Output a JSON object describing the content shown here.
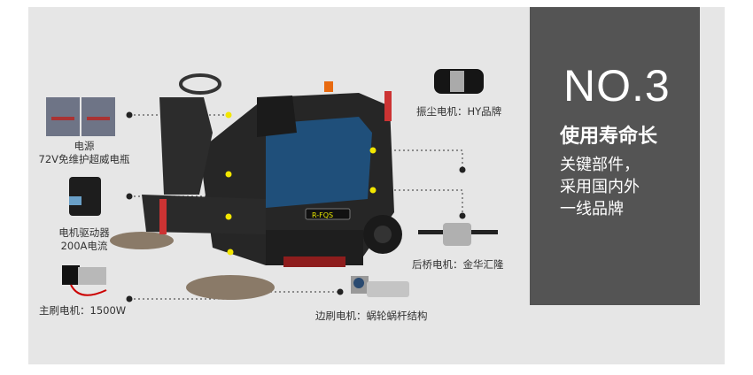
{
  "panel": {
    "number": "NO.3",
    "title": "使用寿命长",
    "lines": [
      "关键部件，",
      "采用国内外",
      "一线品牌"
    ]
  },
  "parts": {
    "battery": {
      "name": "电源",
      "detail": "72V免维护超威电瓶"
    },
    "controller": {
      "name": "电机驱动器",
      "detail": "200A电流"
    },
    "main_brush": {
      "label": "主刷电机：1500W"
    },
    "dust_motor": {
      "label": "振尘电机：HY品牌"
    },
    "rear_axle": {
      "label": "后桥电机：金华汇隆"
    },
    "side_brush": {
      "label": "边刷电机：蜗轮蜗杆结构"
    }
  },
  "machine": {
    "model": "R-FQS",
    "colors": {
      "body": "#2a2a2a",
      "accent": "#1f4f7a",
      "dot": "#f2e600"
    }
  }
}
